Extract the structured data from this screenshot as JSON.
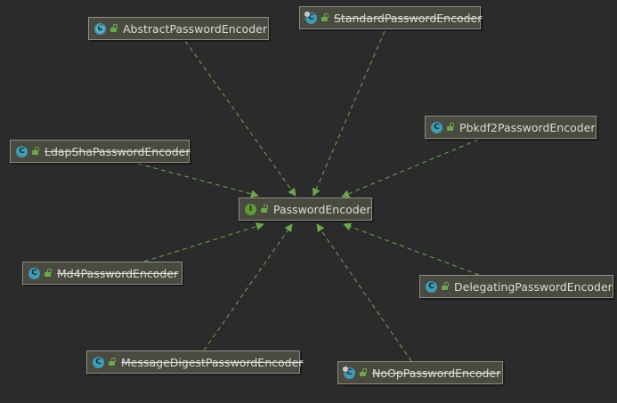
{
  "center": {
    "name": "PasswordEncoder",
    "kind": "interface",
    "badge": "I"
  },
  "nodes": [
    {
      "name": "AbstractPasswordEncoder",
      "badge": "C",
      "kind": "class-abstract",
      "deprecated": false
    },
    {
      "name": "StandardPasswordEncoder",
      "badge": "C",
      "kind": "class",
      "deprecated": true
    },
    {
      "name": "Pbkdf2PasswordEncoder",
      "badge": "C",
      "kind": "class",
      "deprecated": false
    },
    {
      "name": "LdapShaPasswordEncoder",
      "badge": "C",
      "kind": "class",
      "deprecated": true
    },
    {
      "name": "Md4PasswordEncoder",
      "badge": "C",
      "kind": "class",
      "deprecated": true
    },
    {
      "name": "DelegatingPasswordEncoder",
      "badge": "C",
      "kind": "class",
      "deprecated": false
    },
    {
      "name": "MessageDigestPasswordEncoder",
      "badge": "C",
      "kind": "class",
      "deprecated": true
    },
    {
      "name": "NoOpPasswordEncoder",
      "badge": "C",
      "kind": "class",
      "deprecated": true
    }
  ],
  "colors": {
    "background": "#2b2b2b",
    "node_fill": "#4a4a40",
    "node_border": "#8c8c84",
    "edge": "#6aa84f",
    "class_badge": "#3f9cb3",
    "interface_badge": "#5e9b3a",
    "text": "#dcdcd6"
  },
  "icons": {
    "class": "class-icon",
    "interface": "interface-icon",
    "visibility": "public-lock-icon"
  }
}
